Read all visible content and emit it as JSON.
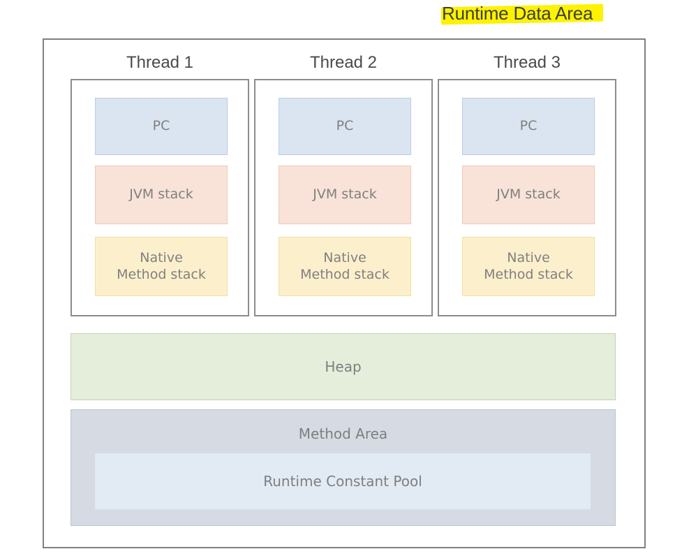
{
  "title": {
    "text": "Runtime Data Area",
    "highlight_color": "#fdf200",
    "text_color": "#3d3d3d"
  },
  "threads": [
    {
      "label": "Thread 1",
      "slots": [
        {
          "label": "PC",
          "color": "#dbe5f1"
        },
        {
          "label": "JVM stack",
          "color": "#f9e3d8"
        },
        {
          "label": "Native\nMethod stack",
          "color": "#fcf0cc"
        }
      ]
    },
    {
      "label": "Thread 2",
      "slots": [
        {
          "label": "PC",
          "color": "#dbe5f1"
        },
        {
          "label": "JVM stack",
          "color": "#f9e3d8"
        },
        {
          "label": "Native\nMethod stack",
          "color": "#fcf0cc"
        }
      ]
    },
    {
      "label": "Thread 3",
      "slots": [
        {
          "label": "PC",
          "color": "#dbe5f1"
        },
        {
          "label": "JVM stack",
          "color": "#f9e3d8"
        },
        {
          "label": "Native\nMethod stack",
          "color": "#fcf0cc"
        }
      ]
    }
  ],
  "shared": {
    "heap": {
      "label": "Heap",
      "color": "#e4eeda"
    },
    "method_area": {
      "label": "Method Area",
      "color": "#d5dae3",
      "runtime_constant_pool": {
        "label": "Runtime Constant Pool",
        "color": "#e2eaf3"
      }
    }
  },
  "thread_slot_labels": {
    "pc": "PC",
    "jvm_stack": "JVM stack",
    "native_method_stack_line1": "Native",
    "native_method_stack_line2": "Method stack"
  }
}
